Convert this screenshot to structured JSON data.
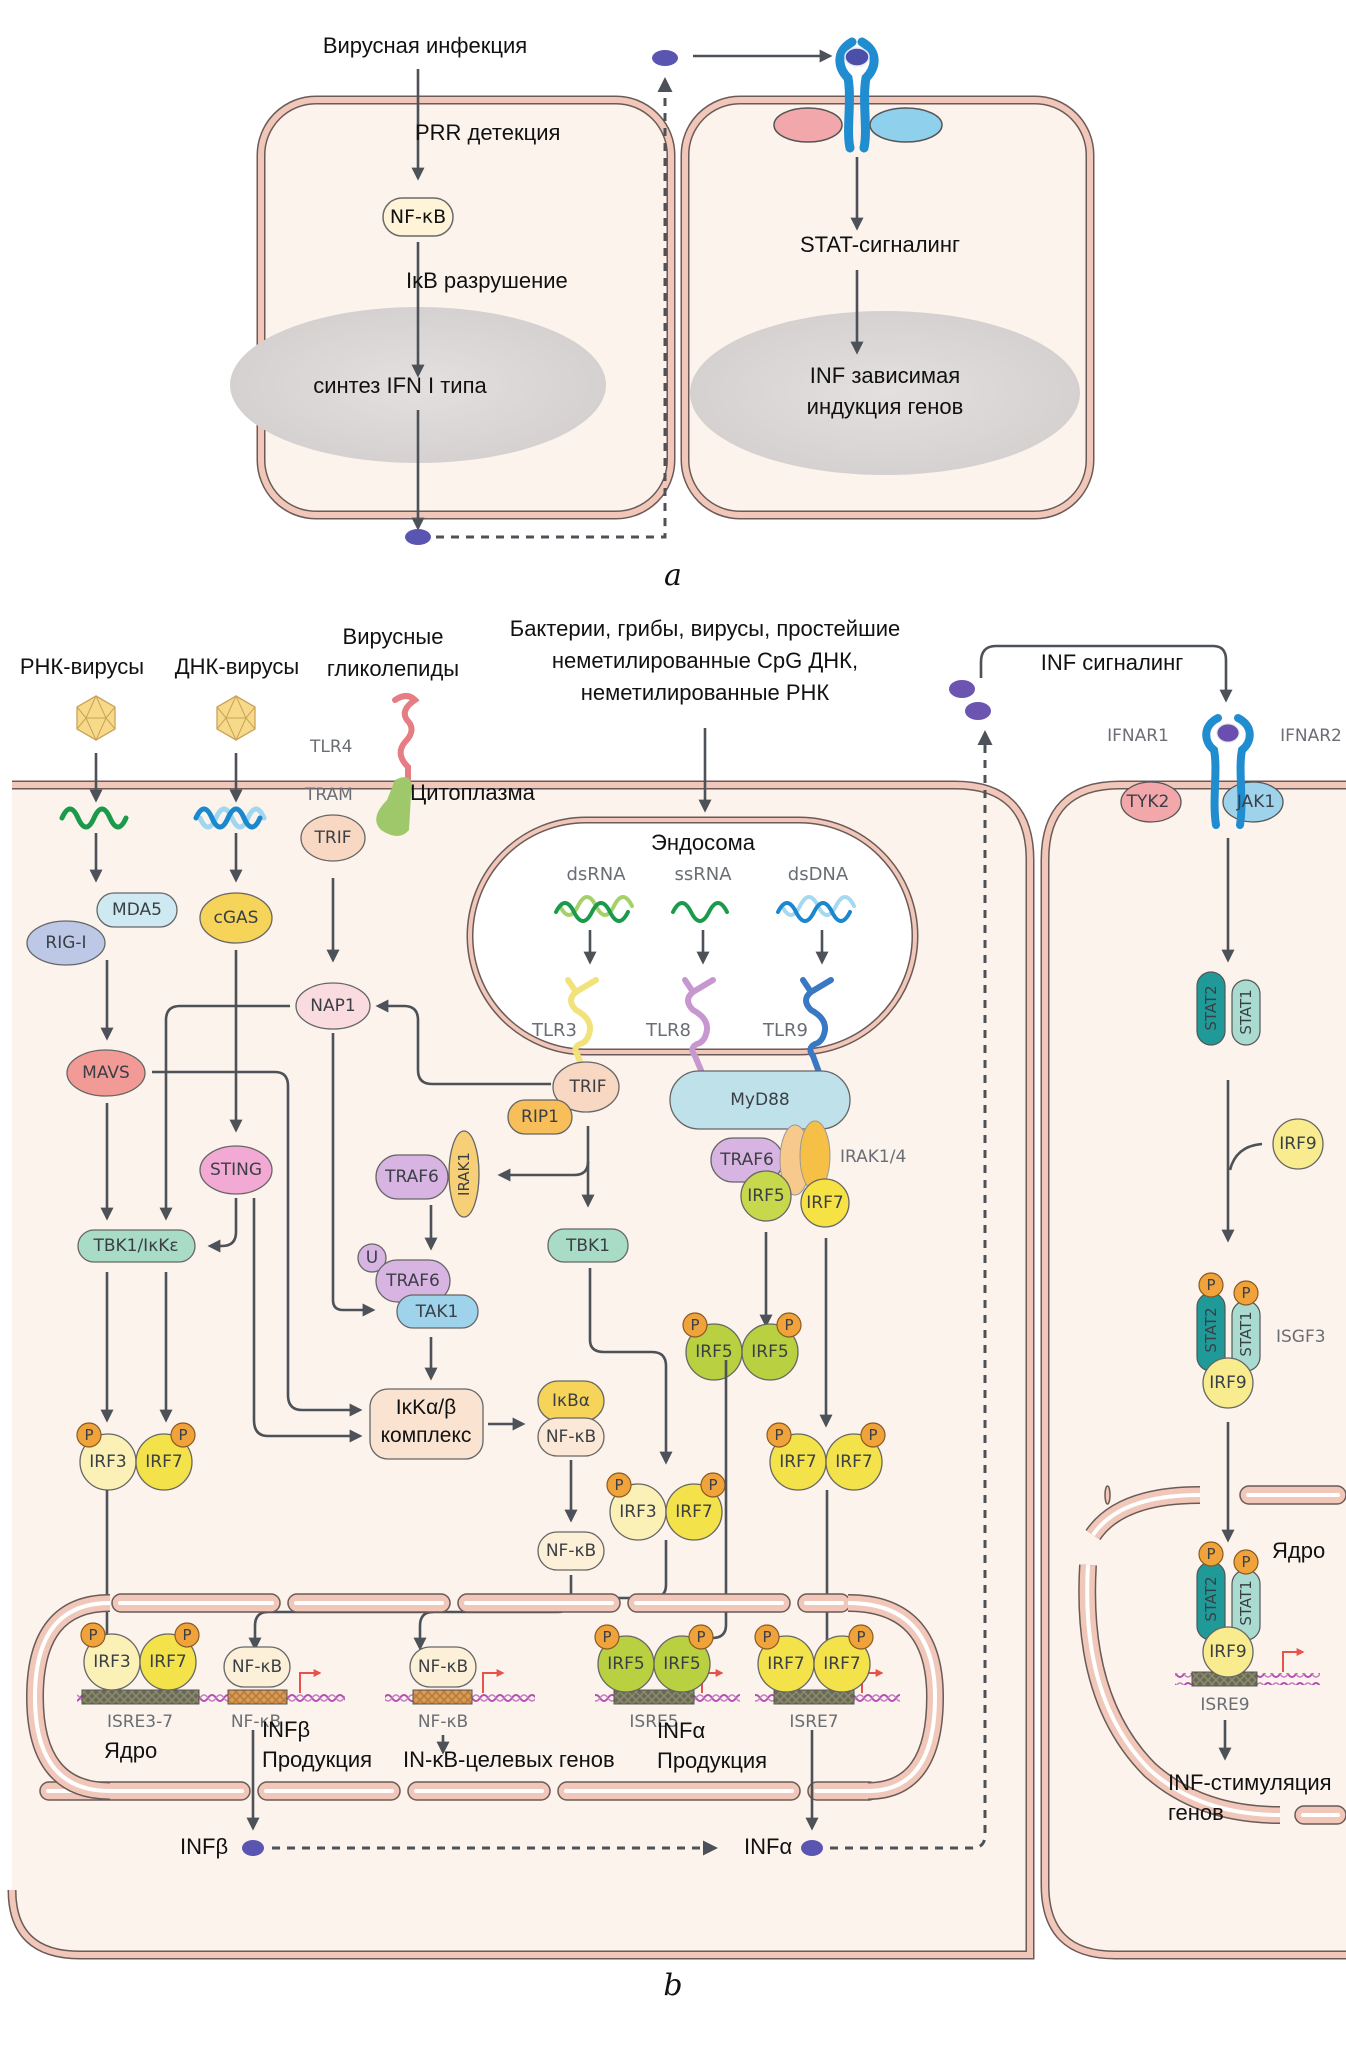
{
  "panel_a": {
    "label": "a",
    "left_cell": {
      "trigger": "Вирусная инфекция",
      "prr": "PRR детекция",
      "nfkb": "NF-κB",
      "ikb": "IκB разрушение",
      "nucleus": "синтез IFN I типа"
    },
    "right_cell": {
      "stat": "STAT-сигналинг",
      "nucleus_line1": "INF зависимая",
      "nucleus_line2": "индукция генов"
    }
  },
  "panel_b": {
    "label": "b",
    "sources": {
      "rna_viruses": "РНК-вирусы",
      "dna_viruses": "ДНК-вирусы",
      "glyco_line1": "Вирусные",
      "glyco_line2": "гликолепиды",
      "pathogens_line1": "Бактерии, грибы, вирусы, простейшие",
      "pathogens_line2": "неметилированные CpG ДНК,",
      "pathogens_line3": "неметилированные РНК"
    },
    "inf_signaling": "INF сигналинг",
    "cytoplasm": "Цитоплазма",
    "endosome": {
      "title": "Эндосома",
      "ligands": [
        "dsRNA",
        "ssRNA",
        "dsDNA"
      ],
      "receptors": [
        "TLR3",
        "TLR8",
        "TLR9"
      ]
    },
    "molecules": {
      "tlr4": "TLR4",
      "tram": "TRAM",
      "trif_top": "TRIF",
      "mda5": "MDA5",
      "rigi": "RIG-I",
      "cgas": "cGAS",
      "nap1": "NAP1",
      "mavs": "MAVS",
      "sting": "STING",
      "tbk1_ikke": "TBK1/IκKε",
      "trif": "TRIF",
      "rip1": "RIP1",
      "traf6": "TRAF6",
      "irak1": "IRAK1",
      "u": "U",
      "traf6_u": "TRAF6",
      "tak1": "TAK1",
      "tbk1": "TBK1",
      "myd88": "MyD88",
      "irak14": "IRAK1/4",
      "traf6_m": "TRAF6",
      "irf5": "IRF5",
      "irf7": "IRF7",
      "ikk_line1": "IκKα/β",
      "ikk_line2": "комплекс",
      "ikba": "IκBα",
      "nfkb": "NF-κB",
      "irf3": "IRF3",
      "p": "P"
    },
    "nucleus": {
      "label": "Ядро",
      "sites": [
        "ISRE3-7",
        "NF-κB",
        "NF-κB",
        "ISRE5",
        "ISRE7"
      ],
      "infb_line1": "INFβ",
      "infb_line2": "Продукция",
      "target_genes": "IN-κB-целевых генов",
      "infa_line1": "INFα",
      "infa_line2": "Продукция"
    },
    "outputs": {
      "infb": "INFβ",
      "infa": "INFα"
    },
    "right_cell": {
      "ifnar1": "IFNAR1",
      "ifnar2": "IFNAR2",
      "tyk2": "TYK2",
      "jak1": "JAK1",
      "stat2": "STAT2",
      "stat1": "STAT1",
      "irf9": "IRF9",
      "isgf3": "ISGF3",
      "nucleus": "Ядро",
      "isre9": "ISRE9",
      "result_line1": "INF-стимуляция",
      "result_line2": "генов"
    }
  },
  "colors": {
    "membrane": "#f1c7b9",
    "cytoplasm": "#fbf3ec",
    "interferon": "#5a55b0",
    "receptor": "#2a8fd0",
    "arrow": "#4d5158",
    "irf7": "#f3e24a",
    "irf5": "#b9d040",
    "phospho": "#f0a33a",
    "stat2": "#1f9a99",
    "stat1": "#a9dbd0",
    "myd88": "#bfe1ea",
    "promoter_arrow": "#e5534b"
  }
}
